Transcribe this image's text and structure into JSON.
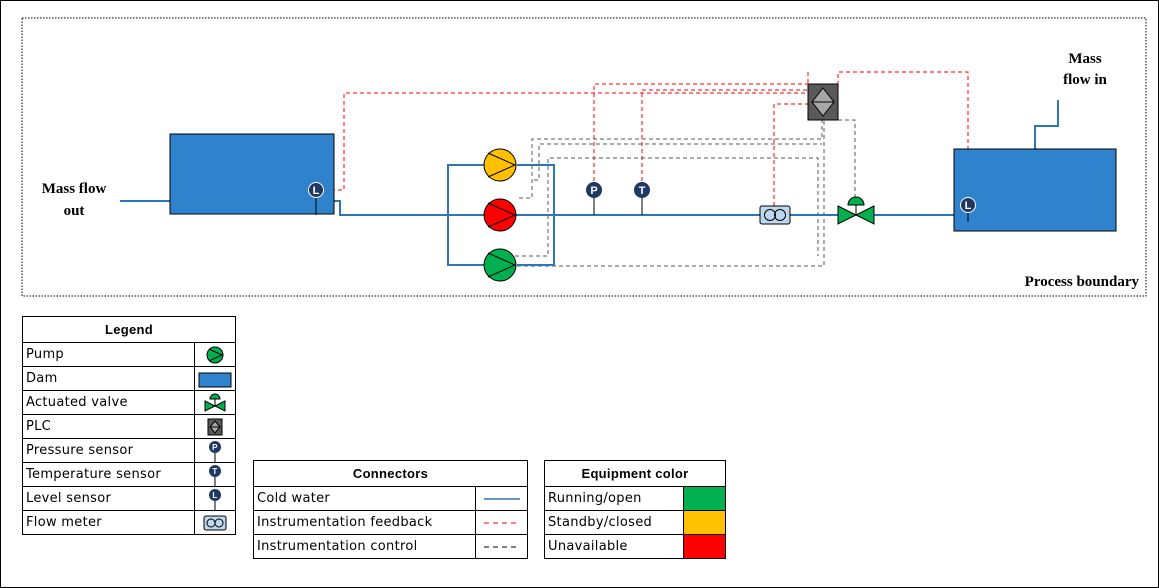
{
  "diagram": {
    "mass_flow_out": [
      "Mass flow",
      "out"
    ],
    "mass_flow_in": [
      "Mass",
      "flow in"
    ],
    "process_boundary": "Process boundary",
    "sensor_letters": {
      "level": "L",
      "pressure": "P",
      "temperature": "T"
    }
  },
  "legend": {
    "title": "Legend",
    "items": [
      {
        "label": "Pump",
        "icon": "pump-icon"
      },
      {
        "label": "Dam",
        "icon": "dam-icon"
      },
      {
        "label": "Actuated valve",
        "icon": "actuated-valve-icon"
      },
      {
        "label": "PLC",
        "icon": "plc-icon"
      },
      {
        "label": "Pressure sensor",
        "icon": "pressure-sensor-icon"
      },
      {
        "label": "Temperature sensor",
        "icon": "temperature-sensor-icon"
      },
      {
        "label": "Level sensor",
        "icon": "level-sensor-icon"
      },
      {
        "label": "Flow meter",
        "icon": "flow-meter-icon"
      }
    ]
  },
  "connectors": {
    "title": "Connectors",
    "items": [
      {
        "label": "Cold water",
        "color": "#2E75B6",
        "style": "solid"
      },
      {
        "label": "Instrumentation feedback",
        "color": "#FF0000",
        "style": "dashed"
      },
      {
        "label": "Instrumentation control",
        "color": "#000000",
        "style": "dashed"
      }
    ]
  },
  "equipment_color": {
    "title": "Equipment color",
    "items": [
      {
        "label": "Running/open",
        "color": "#00B050"
      },
      {
        "label": "Standby/closed",
        "color": "#FFC000"
      },
      {
        "label": "Unavailable",
        "color": "#FF0000"
      }
    ]
  },
  "colors": {
    "water": "#2E75B6",
    "dam_fill": "#2E83CC",
    "sensor": "#1F3864",
    "running": "#00B050",
    "standby": "#FFC000",
    "unavailable": "#FF0000",
    "plc": "#595959",
    "flow_meter": "#BDD7EE"
  }
}
